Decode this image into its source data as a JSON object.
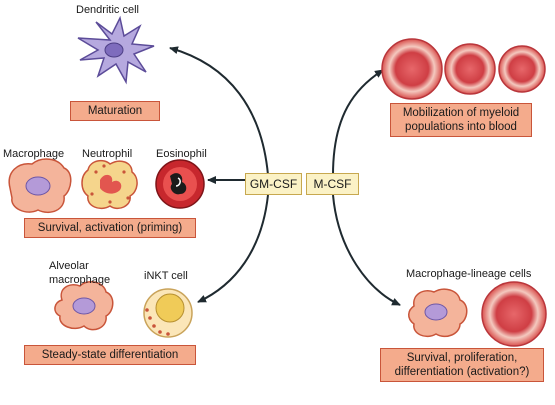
{
  "cytokines": {
    "gm_csf": "GM-CSF",
    "m_csf": "M-CSF"
  },
  "cells": {
    "dendritic": "Dendritic cell",
    "macrophage": "Macrophage",
    "neutrophil": "Neutrophil",
    "eosinophil": "Eosinophil",
    "alveolar_macrophage": "Alveolar macrophage",
    "inkt": "iNKT cell",
    "macrophage_lineage": "Macrophage-lineage cells"
  },
  "outcomes": {
    "maturation": "Maturation",
    "survival_activation": "Survival, activation (priming)",
    "steady_state": "Steady-state differentiation",
    "mobilization": "Mobilization of myeloid populations into blood",
    "survival_proliferation": "Survival, proliferation, differentiation (activation?)"
  },
  "colors": {
    "outcome_fill": "#f4ab8c",
    "outcome_border": "#c9553a",
    "cytokine_fill": "#fbf2c6",
    "arrow": "#1f2a30"
  }
}
